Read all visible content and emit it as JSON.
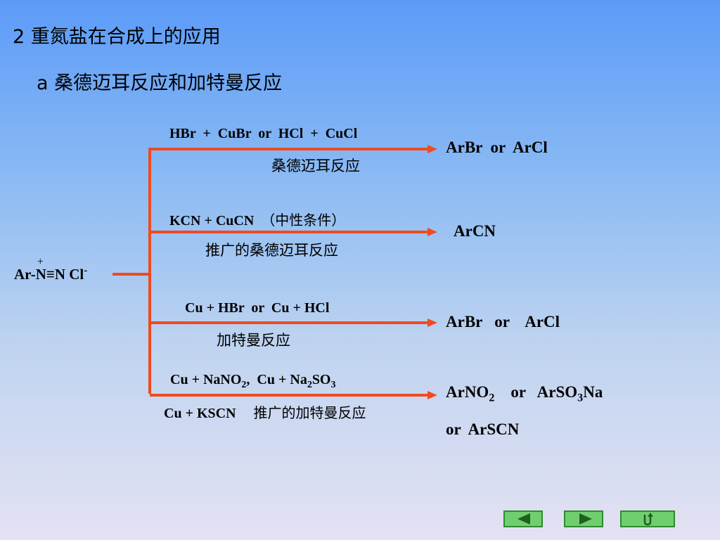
{
  "title": "2 重氮盐在合成上的应用",
  "subtitle": "a  桑德迈耳反应和加特曼反应",
  "reactant": {
    "prefix": "Ar-",
    "n_plus": "N",
    "charge_plus": "+",
    "rest": "≡N Cl",
    "charge_minus": "-"
  },
  "branches": [
    {
      "reagent_segments": [
        {
          "t": "HBr  +  CuBr  or  HCl  +  CuCl"
        }
      ],
      "name": "桑德迈耳反应",
      "product_lines": [
        [
          {
            "t": "ArBr  or  ArCl"
          }
        ]
      ]
    },
    {
      "reagent_segments": [
        {
          "t": "KCN + CuCN  "
        },
        {
          "t": "（中性条件）",
          "cjk": true
        }
      ],
      "name": "推广的桑德迈耳反应",
      "product_lines": [
        [
          {
            "t": "ArCN"
          }
        ]
      ]
    },
    {
      "reagent_segments": [
        {
          "t": "Cu + HBr  or  Cu + HCl"
        }
      ],
      "name": "加特曼反应",
      "product_lines": [
        [
          {
            "t": "ArBr   or    ArCl"
          }
        ]
      ]
    },
    {
      "reagent_segments": [
        {
          "t": "Cu + NaNO"
        },
        {
          "t": "2",
          "sub": true
        },
        {
          "t": ",  Cu + Na"
        },
        {
          "t": "2",
          "sub": true
        },
        {
          "t": "SO"
        },
        {
          "t": "3",
          "sub": true
        }
      ],
      "reagent2_segments": [
        {
          "t": "Cu + KSCN     "
        },
        {
          "t": "推广的加特曼反应",
          "cjk": true
        }
      ],
      "name": "",
      "product_lines": [
        [
          {
            "t": "ArNO"
          },
          {
            "t": "2",
            "sub": true
          },
          {
            "t": "    or   ArSO"
          },
          {
            "t": "3",
            "sub": true
          },
          {
            "t": "Na"
          }
        ],
        [
          {
            "t": "or  ArSCN"
          }
        ]
      ]
    }
  ],
  "nav": {
    "prev_icon": "triangle-left-icon",
    "next_icon": "triangle-right-icon",
    "return_icon": "return-arrow-icon"
  },
  "colors": {
    "arrow": "#f04a1e",
    "button": "#6fcf6f",
    "button_border": "#2f8a2f"
  }
}
